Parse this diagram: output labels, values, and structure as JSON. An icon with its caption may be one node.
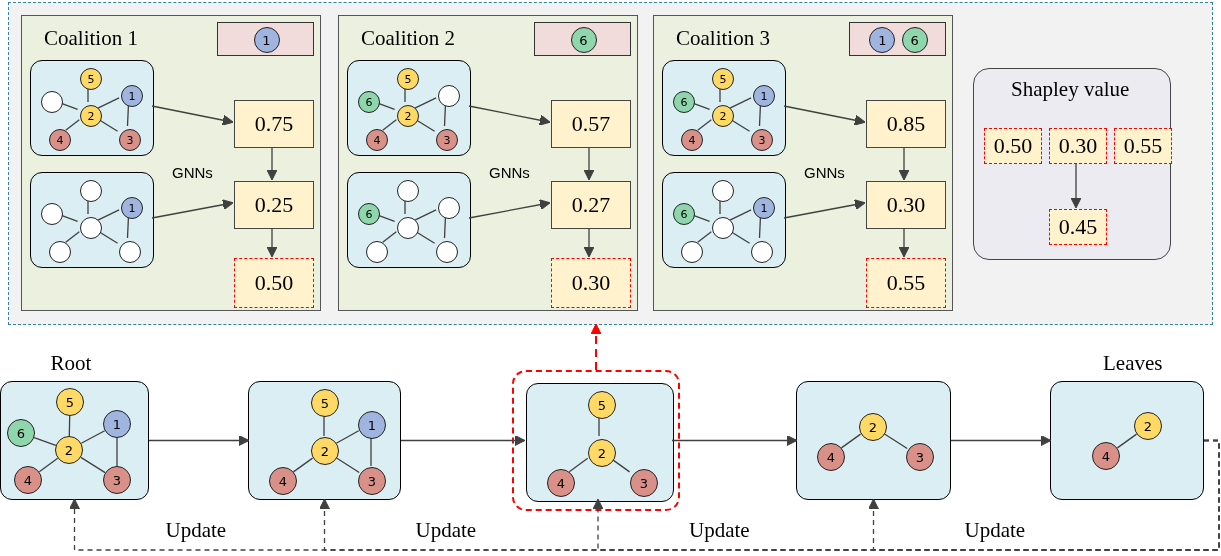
{
  "diagram": {
    "nodes": [
      {
        "text": [],
        "shape": "box"
      },
      {
        "text": [
          "Coalition 1"
        ],
        "in": 0
      },
      {
        "text": [],
        "shape": "box",
        "in": 1
      },
      {
        "text": [
          "1"
        ],
        "in": 2
      },
      {
        "text": [],
        "shape": "box",
        "in": 1
      },
      {
        "text": [
          "5"
        ],
        "in": 4
      },
      {
        "text": [],
        "shape": "circle",
        "in": 4
      },
      {
        "text": [
          "1"
        ],
        "in": 4
      },
      {
        "text": [
          "2"
        ],
        "in": 4
      },
      {
        "text": [
          "4"
        ],
        "in": 4
      },
      {
        "text": [
          "3"
        ],
        "in": 4
      },
      {
        "text": [],
        "shape": "box",
        "in": 1
      },
      {
        "text": [],
        "shape": "circle",
        "in": 11
      },
      {
        "text": [],
        "shape": "circle",
        "in": 11
      },
      {
        "text": [
          "1"
        ],
        "in": 11
      },
      {
        "text": [],
        "shape": "circle",
        "in": 11
      },
      {
        "text": [],
        "shape": "circle",
        "in": 11
      },
      {
        "text": [],
        "shape": "circle",
        "in": 11
      },
      {
        "text": [
          "0.75"
        ],
        "in": 1
      },
      {
        "text": [
          "0.25"
        ],
        "in": 1
      },
      {
        "text": [
          "0.50"
        ],
        "in": 1
      },
      {
        "text": [
          "Coalition 2"
        ],
        "in": 0
      },
      {
        "text": [],
        "shape": "box",
        "in": 21
      },
      {
        "text": [
          "6"
        ],
        "in": 22
      },
      {
        "text": [],
        "shape": "box",
        "in": 21
      },
      {
        "text": [
          "5"
        ],
        "in": 24
      },
      {
        "text": [
          "6"
        ],
        "in": 24
      },
      {
        "text": [],
        "shape": "circle",
        "in": 24
      },
      {
        "text": [
          "2"
        ],
        "in": 24
      },
      {
        "text": [
          "4"
        ],
        "in": 24
      },
      {
        "text": [
          "3"
        ],
        "in": 24
      },
      {
        "text": [],
        "shape": "box",
        "in": 21
      },
      {
        "text": [],
        "shape": "circle",
        "in": 31
      },
      {
        "text": [
          "6"
        ],
        "in": 31
      },
      {
        "text": [],
        "shape": "circle",
        "in": 31
      },
      {
        "text": [],
        "shape": "circle",
        "in": 31
      },
      {
        "text": [],
        "shape": "circle",
        "in": 31
      },
      {
        "text": [],
        "shape": "circle",
        "in": 31
      },
      {
        "text": [
          "0.57"
        ],
        "in": 21
      },
      {
        "text": [
          "0.27"
        ],
        "in": 21
      },
      {
        "text": [
          "0.30"
        ],
        "in": 21
      },
      {
        "text": [
          "Coalition 3"
        ],
        "in": 0
      },
      {
        "text": [],
        "shape": "box",
        "in": 41
      },
      {
        "text": [
          "1"
        ],
        "in": 42
      },
      {
        "text": [
          "6"
        ],
        "in": 42
      },
      {
        "text": [],
        "shape": "box",
        "in": 41
      },
      {
        "text": [
          "5"
        ],
        "in": 45
      },
      {
        "text": [
          "6"
        ],
        "in": 45
      },
      {
        "text": [
          "1"
        ],
        "in": 45
      },
      {
        "text": [
          "2"
        ],
        "in": 45
      },
      {
        "text": [
          "4"
        ],
        "in": 45
      },
      {
        "text": [
          "3"
        ],
        "in": 45
      },
      {
        "text": [],
        "shape": "box",
        "in": 41
      },
      {
        "text": [],
        "shape": "circle",
        "in": 52
      },
      {
        "text": [
          "6"
        ],
        "in": 52
      },
      {
        "text": [
          "1"
        ],
        "in": 52
      },
      {
        "text": [],
        "shape": "circle",
        "in": 52
      },
      {
        "text": [],
        "shape": "circle",
        "in": 52
      },
      {
        "text": [],
        "shape": "circle",
        "in": 52
      },
      {
        "text": [
          "0.85"
        ],
        "in": 41
      },
      {
        "text": [
          "0.30"
        ],
        "in": 41
      },
      {
        "text": [
          "0.55"
        ],
        "in": 41
      },
      {
        "text": [
          "Shapley value"
        ],
        "in": 0
      },
      {
        "text": [
          "0.50"
        ],
        "in": 62
      },
      {
        "text": [
          "0.30"
        ],
        "in": 62
      },
      {
        "text": [
          "0.55"
        ],
        "in": 62
      },
      {
        "text": [
          "0.45"
        ],
        "in": 62
      },
      {
        "text": [
          "Root"
        ]
      },
      {
        "text": [
          "5"
        ],
        "in": 67
      },
      {
        "text": [
          "6"
        ],
        "in": 67
      },
      {
        "text": [
          "1"
        ],
        "in": 67
      },
      {
        "text": [
          "2"
        ],
        "in": 67
      },
      {
        "text": [
          "4"
        ],
        "in": 67
      },
      {
        "text": [
          "3"
        ],
        "in": 67
      },
      {
        "text": [],
        "shape": "box"
      },
      {
        "text": [
          "5"
        ],
        "in": 74
      },
      {
        "text": [
          "1"
        ],
        "in": 74
      },
      {
        "text": [
          "2"
        ],
        "in": 74
      },
      {
        "text": [
          "4"
        ],
        "in": 74
      },
      {
        "text": [
          "3"
        ],
        "in": 74
      },
      {
        "text": [],
        "shape": "box"
      },
      {
        "text": [],
        "shape": "box",
        "in": 80
      },
      {
        "text": [
          "5"
        ],
        "in": 81
      },
      {
        "text": [
          "2"
        ],
        "in": 81
      },
      {
        "text": [
          "4"
        ],
        "in": 81
      },
      {
        "text": [
          "3"
        ],
        "in": 81
      },
      {
        "text": [],
        "shape": "box"
      },
      {
        "text": [
          "2"
        ],
        "in": 86
      },
      {
        "text": [
          "4"
        ],
        "in": 86
      },
      {
        "text": [
          "3"
        ],
        "in": 86
      },
      {
        "text": [
          "Leaves"
        ]
      },
      {
        "text": [
          "2"
        ],
        "in": 90
      },
      {
        "text": [
          "4"
        ],
        "in": 90
      }
    ],
    "edges": [
      {
        "from": 6,
        "to": 8,
        "arrow": "none"
      },
      {
        "from": 5,
        "to": 8,
        "arrow": "none"
      },
      {
        "from": 8,
        "to": 7,
        "arrow": "none"
      },
      {
        "from": 8,
        "to": 9,
        "arrow": "none"
      },
      {
        "from": 8,
        "to": 10,
        "arrow": "none"
      },
      {
        "from": 7,
        "to": 10,
        "arrow": "none"
      },
      {
        "from": 13,
        "to": 15,
        "arrow": "none"
      },
      {
        "from": 12,
        "to": 15,
        "arrow": "none"
      },
      {
        "from": 15,
        "to": 14,
        "arrow": "none"
      },
      {
        "from": 15,
        "to": 16,
        "arrow": "none"
      },
      {
        "from": 15,
        "to": 17,
        "arrow": "none"
      },
      {
        "from": 14,
        "to": 17,
        "arrow": "none"
      },
      {
        "from": 4,
        "to": 18,
        "arrow": "to"
      },
      {
        "from": 11,
        "to": 19,
        "arrow": "to"
      },
      {
        "from": 18,
        "to": 19,
        "arrow": "to"
      },
      {
        "from": 19,
        "to": 20,
        "arrow": "to"
      },
      {
        "from": 26,
        "to": 28,
        "arrow": "none"
      },
      {
        "from": 25,
        "to": 28,
        "arrow": "none"
      },
      {
        "from": 28,
        "to": 27,
        "arrow": "none"
      },
      {
        "from": 28,
        "to": 29,
        "arrow": "none"
      },
      {
        "from": 28,
        "to": 30,
        "arrow": "none"
      },
      {
        "from": 27,
        "to": 30,
        "arrow": "none"
      },
      {
        "from": 33,
        "to": 35,
        "arrow": "none"
      },
      {
        "from": 32,
        "to": 35,
        "arrow": "none"
      },
      {
        "from": 35,
        "to": 34,
        "arrow": "none"
      },
      {
        "from": 35,
        "to": 36,
        "arrow": "none"
      },
      {
        "from": 35,
        "to": 37,
        "arrow": "none"
      },
      {
        "from": 34,
        "to": 37,
        "arrow": "none"
      },
      {
        "from": 24,
        "to": 38,
        "arrow": "to"
      },
      {
        "from": 31,
        "to": 39,
        "arrow": "to"
      },
      {
        "from": 38,
        "to": 39,
        "arrow": "to"
      },
      {
        "from": 39,
        "to": 40,
        "arrow": "to"
      },
      {
        "from": 47,
        "to": 49,
        "arrow": "none"
      },
      {
        "from": 46,
        "to": 49,
        "arrow": "none"
      },
      {
        "from": 49,
        "to": 48,
        "arrow": "none"
      },
      {
        "from": 49,
        "to": 50,
        "arrow": "none"
      },
      {
        "from": 49,
        "to": 51,
        "arrow": "none"
      },
      {
        "from": 48,
        "to": 51,
        "arrow": "none"
      },
      {
        "from": 54,
        "to": 56,
        "arrow": "none"
      },
      {
        "from": 53,
        "to": 56,
        "arrow": "none"
      },
      {
        "from": 56,
        "to": 55,
        "arrow": "none"
      },
      {
        "from": 56,
        "to": 57,
        "arrow": "none"
      },
      {
        "from": 56,
        "to": 58,
        "arrow": "none"
      },
      {
        "from": 55,
        "to": 58,
        "arrow": "none"
      },
      {
        "from": 45,
        "to": 59,
        "arrow": "to"
      },
      {
        "from": 52,
        "to": 60,
        "arrow": "to"
      },
      {
        "from": 59,
        "to": 60,
        "arrow": "to"
      },
      {
        "from": 60,
        "to": 61,
        "arrow": "to"
      },
      {
        "from": 64,
        "to": 66,
        "arrow": "to"
      },
      {
        "from": 69,
        "to": 71,
        "arrow": "none"
      },
      {
        "from": 68,
        "to": 71,
        "arrow": "none"
      },
      {
        "from": 71,
        "to": 70,
        "arrow": "none"
      },
      {
        "from": 71,
        "to": 72,
        "arrow": "none"
      },
      {
        "from": 71,
        "to": 73,
        "arrow": "none"
      },
      {
        "from": 70,
        "to": 73,
        "arrow": "none"
      },
      {
        "from": 75,
        "to": 77,
        "arrow": "none"
      },
      {
        "from": 77,
        "to": 76,
        "arrow": "none"
      },
      {
        "from": 77,
        "to": 78,
        "arrow": "none"
      },
      {
        "from": 77,
        "to": 79,
        "arrow": "none"
      },
      {
        "from": 76,
        "to": 79,
        "arrow": "none"
      },
      {
        "from": 82,
        "to": 83,
        "arrow": "none"
      },
      {
        "from": 83,
        "to": 84,
        "arrow": "none"
      },
      {
        "from": 83,
        "to": 85,
        "arrow": "none"
      },
      {
        "from": 87,
        "to": 88,
        "arrow": "none"
      },
      {
        "from": 87,
        "to": 89,
        "arrow": "none"
      },
      {
        "from": 91,
        "to": 92,
        "arrow": "none"
      },
      {
        "from": 67,
        "to": 74,
        "arrow": "to"
      },
      {
        "from": 74,
        "to": 81,
        "arrow": "to"
      },
      {
        "from": 81,
        "to": 86,
        "arrow": "to"
      },
      {
        "from": 86,
        "to": 90,
        "arrow": "to"
      },
      {
        "from": 80,
        "to": 0,
        "arrow": "to",
        "style": "dashed",
        "color": "#ff0000"
      },
      {
        "from": 90,
        "to": 86,
        "arrow": "to",
        "style": "dashed",
        "label": "Update"
      },
      {
        "from": 90,
        "to": 81,
        "arrow": "to",
        "style": "dashed",
        "label": "Update"
      },
      {
        "from": 90,
        "to": 74,
        "arrow": "to",
        "style": "dashed",
        "label": "Update"
      },
      {
        "from": 90,
        "to": 67,
        "arrow": "to",
        "style": "dashed",
        "label": "Update"
      }
    ],
    "labels": [
      "GNNs",
      "GNNs",
      "GNNs"
    ]
  }
}
